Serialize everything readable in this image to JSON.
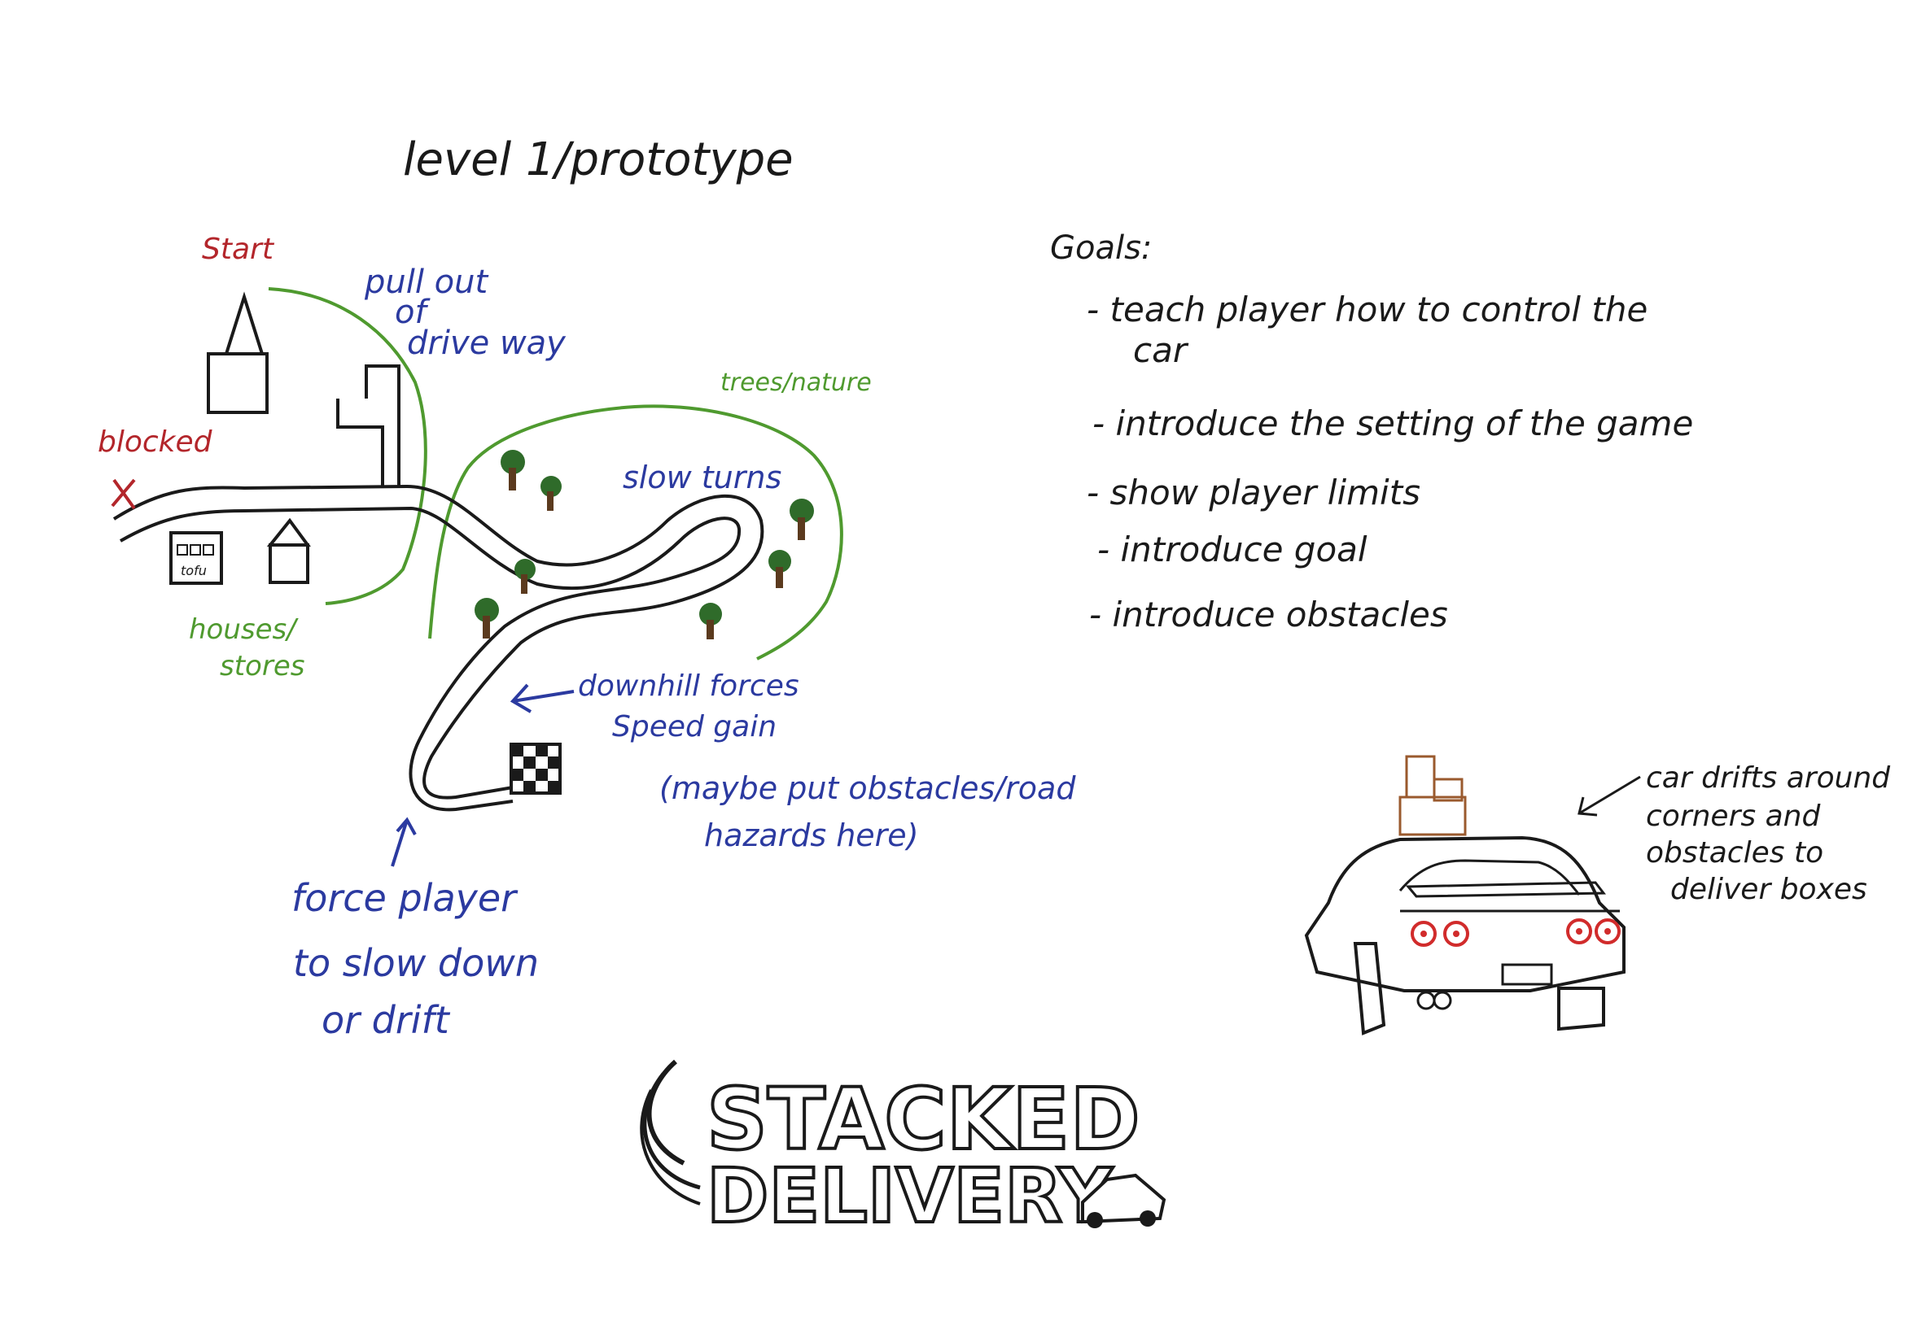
{
  "title": "level 1/prototype",
  "map": {
    "start_label": "Start",
    "blocked_label": "blocked",
    "store_sign": "tofu",
    "houses_label_1": "houses/",
    "houses_label_2": "stores",
    "trees_label": "trees/nature",
    "driveway_note_1": "pull out",
    "driveway_note_2": "of",
    "driveway_note_3": "drive way",
    "slow_turns_note": "slow turns",
    "downhill_note_1": "downhill forces",
    "downhill_note_2": "Speed gain",
    "obstacles_note_1": "(maybe put obstacles/road",
    "obstacles_note_2": "hazards here)",
    "force_note_1": "force player",
    "force_note_2": "to slow down",
    "force_note_3": "or drift"
  },
  "goals": {
    "heading": "Goals:",
    "items": [
      {
        "line1": "- teach player how to control the",
        "line2": "car"
      },
      {
        "line1": "- introduce the setting of the game",
        "line2": ""
      },
      {
        "line1": "- show player limits",
        "line2": ""
      },
      {
        "line1": "- introduce goal",
        "line2": ""
      },
      {
        "line1": "- introduce obstacles",
        "line2": ""
      }
    ]
  },
  "car_note": {
    "line1": "car drifts around",
    "line2": "corners and",
    "line3": "obstacles to",
    "line4": "deliver boxes"
  },
  "logo": {
    "line1": "STACKED",
    "line2": "DELIVERY"
  },
  "colors": {
    "ink": "#1a1a1a",
    "blue_ink": "#2b3aa0",
    "green_ink": "#4f9a2f",
    "red_ink": "#b3262b",
    "box_brown": "#9a5a2e",
    "tail_light_red": "#d12b2b",
    "tree_trunk": "#5b3a1e",
    "tree_leaves": "#2f6b2a"
  }
}
